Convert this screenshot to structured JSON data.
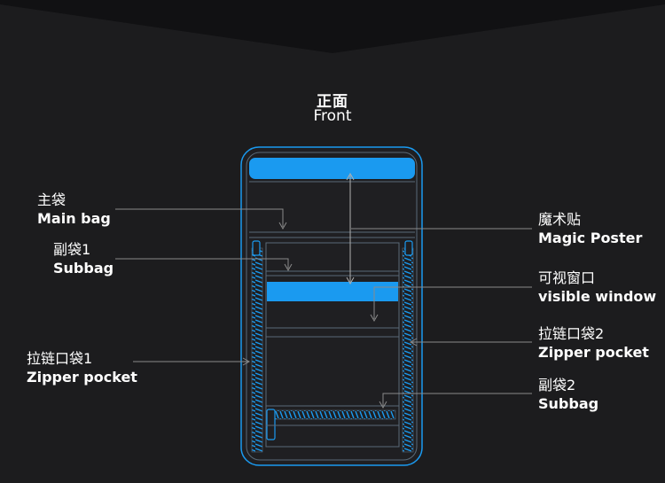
{
  "colors": {
    "background": "#1c1c1e",
    "accent": "#1a9af0",
    "outline": "#5a6a78",
    "leader": "#8a8a8a",
    "text": "#ffffff"
  },
  "title": {
    "cn": "正面",
    "en": "Front"
  },
  "labels": {
    "main_bag": {
      "cn": "主袋",
      "en": "Main bag"
    },
    "subbag1": {
      "cn": "副袋1",
      "en": "Subbag"
    },
    "zipper_pocket1": {
      "cn": "拉链口袋1",
      "en": "Zipper pocket"
    },
    "magic_poster": {
      "cn": "魔术贴",
      "en": "Magic Poster"
    },
    "visible_window": {
      "cn": "可视窗口",
      "en": "visible window"
    },
    "zipper_pocket2": {
      "cn": "拉链口袋2",
      "en": "Zipper pocket"
    },
    "subbag2": {
      "cn": "副袋2",
      "en": "Subbag"
    }
  }
}
